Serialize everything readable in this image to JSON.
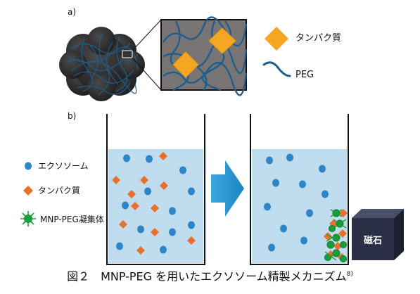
{
  "panel_a": {
    "label": "a)",
    "legend_protein": "タンパク質",
    "legend_peg": "PEG"
  },
  "panel_b": {
    "label": "b)",
    "legend_exosome": "エクソソーム",
    "legend_protein": "タンパク質",
    "legend_aggregate": "MNP-PEG凝集体",
    "magnet_label": "磁石"
  },
  "caption": {
    "text": "図２　MNP-PEG を用いたエクソソーム精製メカニズム",
    "ref": "8)"
  },
  "colors": {
    "protein": "#F5A623",
    "protein_b": "#E8702A",
    "exosome": "#2E86C8",
    "peg": "#1F5E8C",
    "aggregate": "#1A9E3A",
    "liquid": "#BFDDEF",
    "arrow": "#2E9BD6",
    "magnet": "#2A2F45"
  },
  "icons": {
    "sphere": "nanoparticle-sphere-icon",
    "magnet": "magnet-cube-icon",
    "arrow": "right-arrow-icon"
  }
}
